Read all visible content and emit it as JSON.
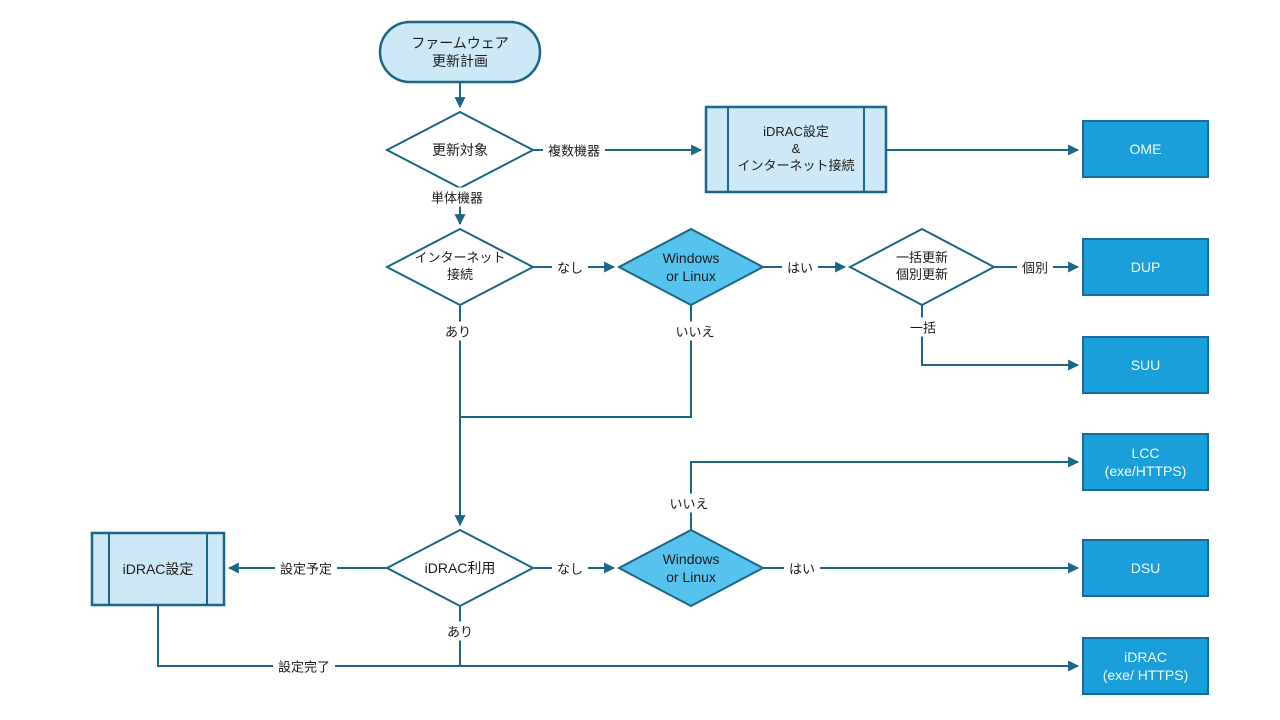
{
  "colors": {
    "line": "#1b6687",
    "light_node_fill": "#cde9f7",
    "white_node_fill": "#ffffff",
    "sky_node_fill": "#55c3ee",
    "cyan_box_fill": "#199fd9",
    "cyan_box_border": "#1d6a96",
    "dark_text": "#1b1b1b",
    "light_text": "#f2fbff"
  },
  "nodes": {
    "start": {
      "label": "ファームウェア\n更新計画"
    },
    "decision_update_target": {
      "label": "更新対象"
    },
    "process_idrac_internet": {
      "label": "iDRAC設定\n&\nインターネット接続"
    },
    "box_ome": {
      "label": "OME"
    },
    "decision_internet": {
      "label": "インターネット\n接続"
    },
    "decision_os_top": {
      "label": "Windows\nor Linux"
    },
    "decision_batch_individual": {
      "label": "一括更新\n個別更新"
    },
    "box_dup": {
      "label": "DUP"
    },
    "box_suu": {
      "label": "SUU"
    },
    "box_lcc": {
      "label": "LCC\n(exe/HTTPS)"
    },
    "decision_idrac_use": {
      "label": "iDRAC利用"
    },
    "decision_os_bottom": {
      "label": "Windows\nor Linux"
    },
    "box_dsu": {
      "label": "DSU"
    },
    "process_idrac_setup": {
      "label": "iDRAC設定"
    },
    "box_idrac": {
      "label": "iDRAC\n(exe/ HTTPS)"
    }
  },
  "edge_labels": {
    "multiple_devices": "複数機器",
    "single_device": "単体機器",
    "internet_no": "なし",
    "internet_yes": "あり",
    "os_yes_top": "はい",
    "os_no_top": "いいえ",
    "individual": "個別",
    "batch": "一括",
    "os_no_bottom": "いいえ",
    "idrac_no": "なし",
    "os_yes_bottom": "はい",
    "idrac_yes": "あり",
    "setup_planned": "設定予定",
    "setup_done": "設定完了"
  }
}
